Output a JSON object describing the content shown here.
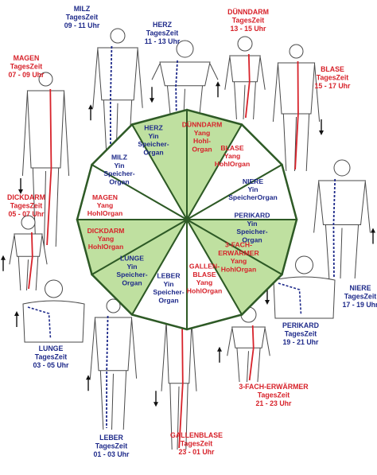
{
  "colors": {
    "red": "#d7222a",
    "blue": "#1e2a8a",
    "green": "#bfe0a0",
    "white": "#ffffff",
    "outline": "#2e5a26",
    "figure": "#4a4a4a"
  },
  "wheel": {
    "segments": [
      {
        "lines": [
          "HERZ",
          "Yin",
          "Speicher-",
          "Organ"
        ],
        "color": "blue",
        "fill": "green"
      },
      {
        "lines": [
          "DÜNNDARM",
          "Yang",
          "Hohl-",
          "Organ"
        ],
        "color": "red",
        "fill": "green"
      },
      {
        "lines": [
          "BLASE",
          "Yang",
          "HohlOrgan"
        ],
        "color": "red",
        "fill": "white"
      },
      {
        "lines": [
          "NIERE",
          "Yin",
          "SpeicherOrgan"
        ],
        "color": "blue",
        "fill": "white"
      },
      {
        "lines": [
          "PERIKARD",
          "Yin",
          "Speicher-",
          "Organ"
        ],
        "color": "blue",
        "fill": "green"
      },
      {
        "lines": [
          "3-FACH-",
          "ERWÄRMER",
          "Yang",
          "HohlOrgan"
        ],
        "color": "red",
        "fill": "green"
      },
      {
        "lines": [
          "GALLEN-",
          "BLASE",
          "Yang",
          "HohlOrgan"
        ],
        "color": "red",
        "fill": "white"
      },
      {
        "lines": [
          "LEBER",
          "Yin",
          "Speicher-",
          "Organ"
        ],
        "color": "blue",
        "fill": "white"
      },
      {
        "lines": [
          "LUNGE",
          "Yin",
          "Speicher-",
          "Organ"
        ],
        "color": "blue",
        "fill": "green"
      },
      {
        "lines": [
          "DICKDARM",
          "Yang",
          "HohlOrgan"
        ],
        "color": "red",
        "fill": "green"
      },
      {
        "lines": [
          "MAGEN",
          "Yang",
          "HohlOrgan"
        ],
        "color": "red",
        "fill": "white"
      },
      {
        "lines": [
          "MILZ",
          "Yin",
          "Speicher-",
          "Organ"
        ],
        "color": "blue",
        "fill": "white"
      }
    ]
  },
  "labels": [
    {
      "name": "MILZ",
      "lines": [
        "MILZ",
        "TagesZeit",
        "09 - 11 Uhr"
      ],
      "color": "blue"
    },
    {
      "name": "HERZ",
      "lines": [
        "HERZ",
        "TagesZeit",
        "11 - 13 Uhr"
      ],
      "color": "blue"
    },
    {
      "name": "DUENNDARM",
      "lines": [
        "DÜNNDARM",
        "TagesZeit",
        "13 - 15 Uhr"
      ],
      "color": "red"
    },
    {
      "name": "MAGEN",
      "lines": [
        "MAGEN",
        "TagesZeit",
        "07 - 09 Uhr"
      ],
      "color": "red"
    },
    {
      "name": "BLASE",
      "lines": [
        "BLASE",
        "TagesZeit",
        "15 - 17 Uhr"
      ],
      "color": "red"
    },
    {
      "name": "DICKDARM",
      "lines": [
        "DICKDARM",
        "TagesZeit",
        "05 - 07 Uhr"
      ],
      "color": "red"
    },
    {
      "name": "LUNGE",
      "lines": [
        "LUNGE",
        "TagesZeit",
        "03 - 05 Uhr"
      ],
      "color": "blue"
    },
    {
      "name": "NIERE",
      "lines": [
        "NIERE",
        "TagesZeit",
        "17 - 19 Uhr"
      ],
      "color": "blue"
    },
    {
      "name": "PERIKARD",
      "lines": [
        "PERIKARD",
        "TagesZeit",
        "19 - 21 Uhr"
      ],
      "color": "blue"
    },
    {
      "name": "DREIFACHERWAERMER",
      "lines": [
        "3-FACH-ERWÄRMER",
        "TagesZeit",
        "21 - 23 Uhr"
      ],
      "color": "red"
    },
    {
      "name": "LEBER",
      "lines": [
        "LEBER",
        "TagesZeit",
        "01 - 03 Uhr"
      ],
      "color": "blue"
    },
    {
      "name": "GALLENBLASE",
      "lines": [
        "GALLENBLASE",
        "TagesZeit",
        "23 - 01 Uhr"
      ],
      "color": "red"
    }
  ],
  "figures": [
    {
      "name": "milz",
      "meridian": "blue",
      "arrow": "up",
      "pose": "front"
    },
    {
      "name": "herz",
      "meridian": "blue",
      "arrow": "down",
      "pose": "arms-out"
    },
    {
      "name": "duenndarm",
      "meridian": "red",
      "arrow": "up",
      "pose": "side"
    },
    {
      "name": "magen",
      "meridian": "red",
      "arrow": "down",
      "pose": "front"
    },
    {
      "name": "blase",
      "meridian": "red",
      "arrow": "down",
      "pose": "back"
    },
    {
      "name": "dickdarm",
      "meridian": "red",
      "arrow": "up",
      "pose": "side"
    },
    {
      "name": "lunge",
      "meridian": "blue",
      "arrow": "up",
      "pose": "torso"
    },
    {
      "name": "niere",
      "meridian": "blue",
      "arrow": "up",
      "pose": "front"
    },
    {
      "name": "perikard",
      "meridian": "blue",
      "arrow": "down",
      "pose": "torso"
    },
    {
      "name": "dreifacherwaermer",
      "meridian": "red",
      "arrow": "up",
      "pose": "side"
    },
    {
      "name": "leber",
      "meridian": "blue",
      "arrow": "up",
      "pose": "front"
    },
    {
      "name": "gallenblase",
      "meridian": "red",
      "arrow": "down",
      "pose": "side"
    }
  ]
}
